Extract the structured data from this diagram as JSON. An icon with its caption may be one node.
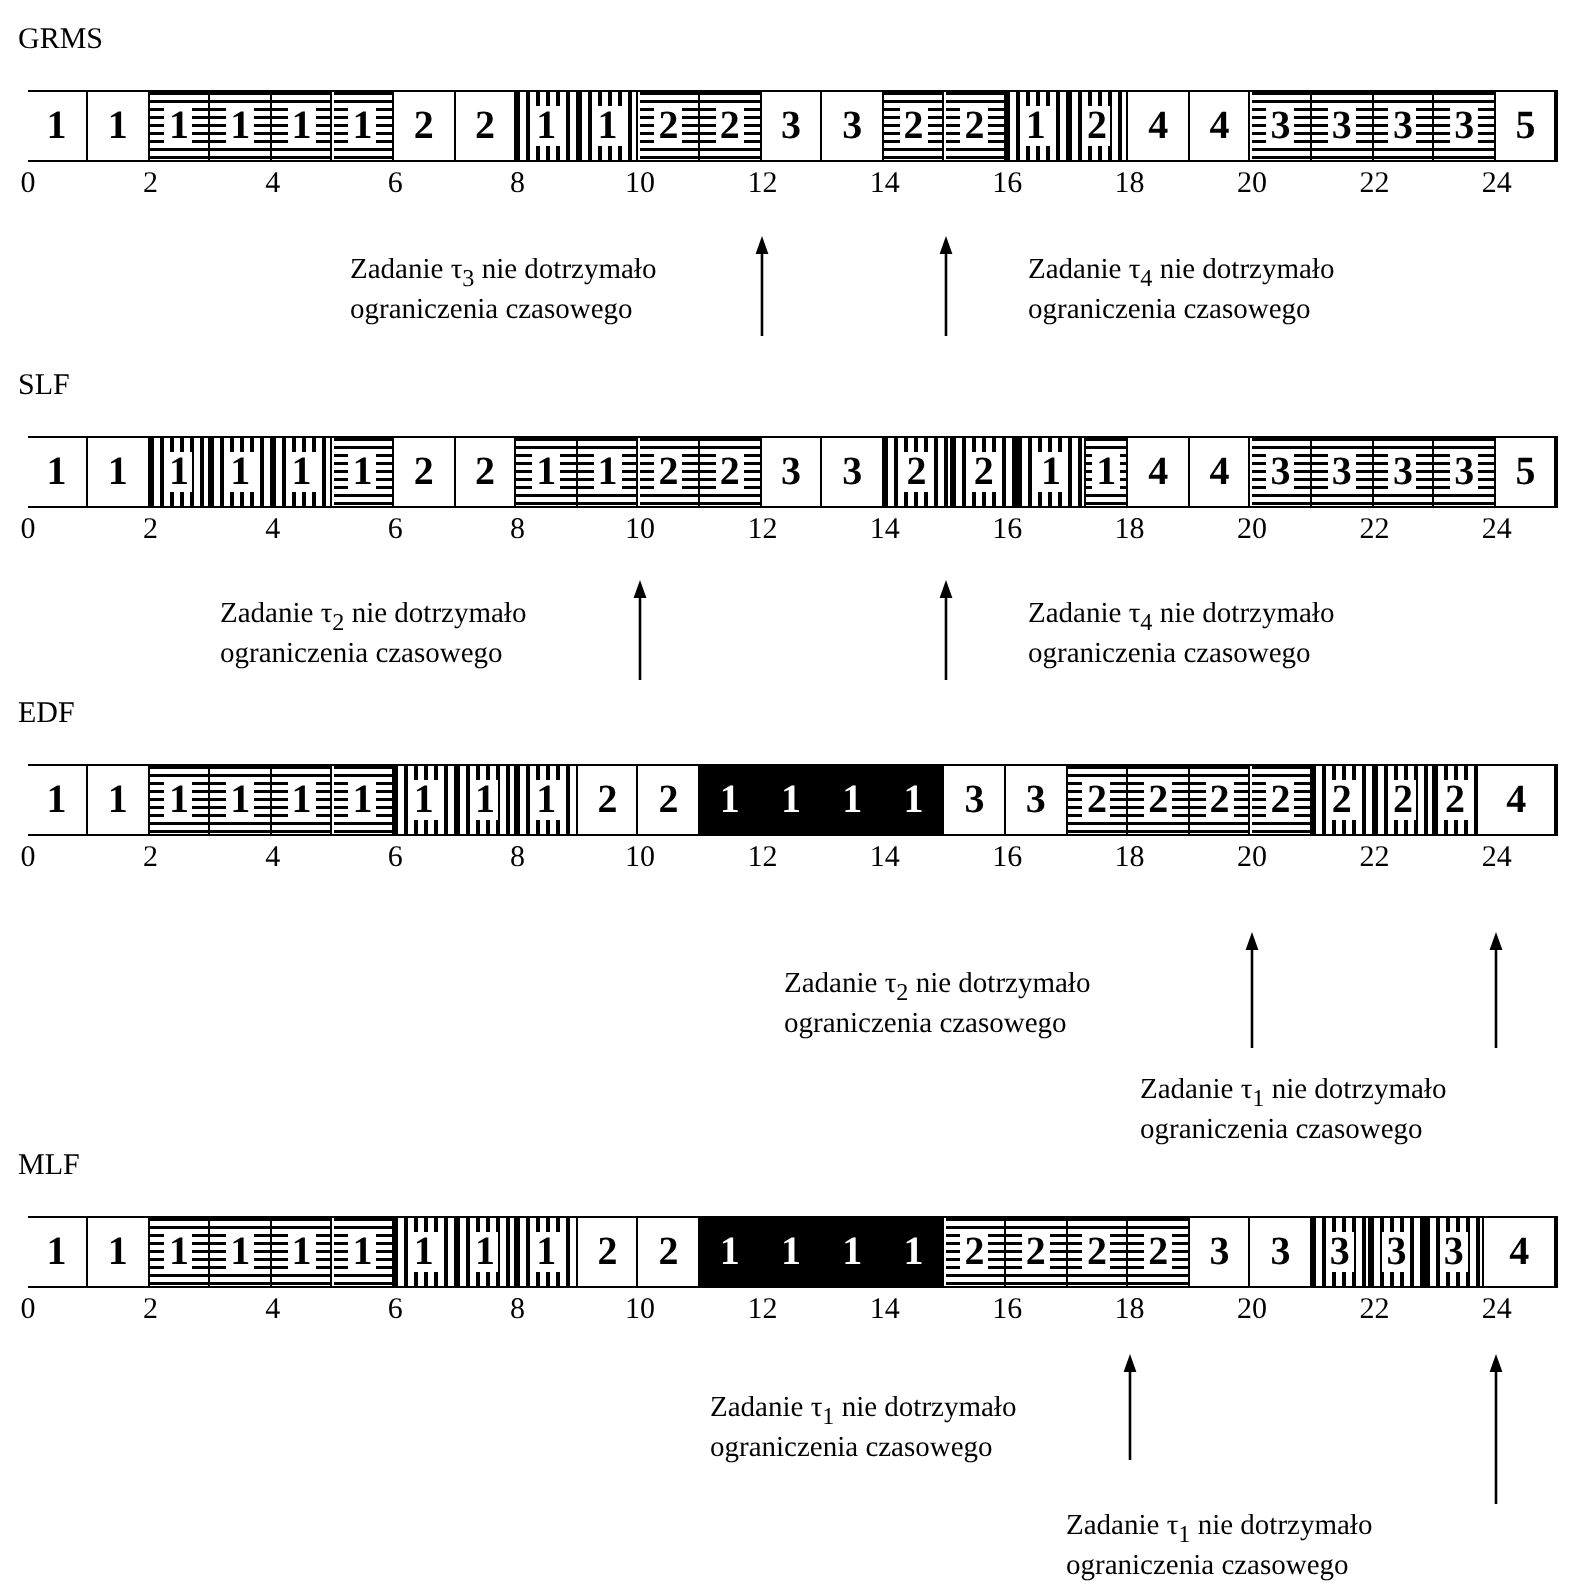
{
  "diagram": {
    "nodes": [
      {
        "text": [
          "GRMS"
        ]
      },
      {
        "text": [
          "1"
        ],
        "in": 0
      },
      {
        "text": [
          "1"
        ],
        "in": 0
      },
      {
        "text": [
          "1"
        ],
        "in": 0
      },
      {
        "text": [
          "1"
        ],
        "in": 0
      },
      {
        "text": [
          "1"
        ],
        "in": 0
      },
      {
        "text": [
          "1"
        ],
        "in": 0
      },
      {
        "text": [
          "2"
        ],
        "in": 0
      },
      {
        "text": [
          "2"
        ],
        "in": 0
      },
      {
        "text": [
          "1"
        ],
        "in": 0
      },
      {
        "text": [
          "1"
        ],
        "in": 0
      },
      {
        "text": [
          "2"
        ],
        "in": 0
      },
      {
        "text": [
          "2"
        ],
        "in": 0
      },
      {
        "text": [
          "3"
        ],
        "in": 0
      },
      {
        "text": [
          "3"
        ],
        "in": 0
      },
      {
        "text": [
          "2"
        ],
        "in": 0
      },
      {
        "text": [
          "2"
        ],
        "in": 0
      },
      {
        "text": [
          "1"
        ],
        "in": 0
      },
      {
        "text": [
          "2"
        ],
        "in": 0
      },
      {
        "text": [
          "4"
        ],
        "in": 0
      },
      {
        "text": [
          "4"
        ],
        "in": 0
      },
      {
        "text": [
          "3"
        ],
        "in": 0
      },
      {
        "text": [
          "3"
        ],
        "in": 0
      },
      {
        "text": [
          "3"
        ],
        "in": 0
      },
      {
        "text": [
          "3"
        ],
        "in": 0
      },
      {
        "text": [
          "5"
        ],
        "in": 0
      },
      {
        "text": [
          "SLF"
        ]
      },
      {
        "text": [
          "1"
        ],
        "in": 26
      },
      {
        "text": [
          "1"
        ],
        "in": 26
      },
      {
        "text": [
          "1"
        ],
        "in": 26
      },
      {
        "text": [
          "1"
        ],
        "in": 26
      },
      {
        "text": [
          "1"
        ],
        "in": 26
      },
      {
        "text": [
          "1"
        ],
        "in": 26
      },
      {
        "text": [
          "2"
        ],
        "in": 26
      },
      {
        "text": [
          "2"
        ],
        "in": 26
      },
      {
        "text": [
          "1"
        ],
        "in": 26
      },
      {
        "text": [
          "1"
        ],
        "in": 26
      },
      {
        "text": [
          "2"
        ],
        "in": 26
      },
      {
        "text": [
          "2"
        ],
        "in": 26
      },
      {
        "text": [
          "3"
        ],
        "in": 26
      },
      {
        "text": [
          "3"
        ],
        "in": 26
      },
      {
        "text": [
          "2"
        ],
        "in": 26
      },
      {
        "text": [
          "2"
        ],
        "in": 26
      },
      {
        "text": [
          "1"
        ],
        "in": 26
      },
      {
        "text": [
          "1"
        ],
        "in": 26
      },
      {
        "text": [
          "4"
        ],
        "in": 26
      },
      {
        "text": [
          "4"
        ],
        "in": 26
      },
      {
        "text": [
          "3"
        ],
        "in": 26
      },
      {
        "text": [
          "3"
        ],
        "in": 26
      },
      {
        "text": [
          "3"
        ],
        "in": 26
      },
      {
        "text": [
          "3"
        ],
        "in": 26
      },
      {
        "text": [
          "5"
        ],
        "in": 26
      },
      {
        "text": [
          "EDF"
        ]
      },
      {
        "text": [
          "1"
        ],
        "in": 52
      },
      {
        "text": [
          "1"
        ],
        "in": 52
      },
      {
        "text": [
          "1"
        ],
        "in": 52
      },
      {
        "text": [
          "1"
        ],
        "in": 52
      },
      {
        "text": [
          "1"
        ],
        "in": 52
      },
      {
        "text": [
          "1"
        ],
        "in": 52
      },
      {
        "text": [
          "1"
        ],
        "in": 52
      },
      {
        "text": [
          "1"
        ],
        "in": 52
      },
      {
        "text": [
          "1"
        ],
        "in": 52
      },
      {
        "text": [
          "2"
        ],
        "in": 52
      },
      {
        "text": [
          "2"
        ],
        "in": 52
      },
      {
        "text": [
          "1"
        ],
        "in": 52
      },
      {
        "text": [
          "1"
        ],
        "in": 52
      },
      {
        "text": [
          "1"
        ],
        "in": 52
      },
      {
        "text": [
          "1"
        ],
        "in": 52
      },
      {
        "text": [
          "3"
        ],
        "in": 52
      },
      {
        "text": [
          "3"
        ],
        "in": 52
      },
      {
        "text": [
          "2"
        ],
        "in": 52
      },
      {
        "text": [
          "2"
        ],
        "in": 52
      },
      {
        "text": [
          "2"
        ],
        "in": 52
      },
      {
        "text": [
          "2"
        ],
        "in": 52
      },
      {
        "text": [
          "2"
        ],
        "in": 52
      },
      {
        "text": [
          "2"
        ],
        "in": 52
      },
      {
        "text": [
          "2"
        ],
        "in": 52
      },
      {
        "text": [
          "4"
        ],
        "in": 52
      },
      {
        "text": [
          "MLF"
        ]
      },
      {
        "text": [
          "1"
        ],
        "in": 78
      },
      {
        "text": [
          "1"
        ],
        "in": 78
      },
      {
        "text": [
          "1"
        ],
        "in": 78
      },
      {
        "text": [
          "1"
        ],
        "in": 78
      },
      {
        "text": [
          "1"
        ],
        "in": 78
      },
      {
        "text": [
          "1"
        ],
        "in": 78
      },
      {
        "text": [
          "1"
        ],
        "in": 78
      },
      {
        "text": [
          "1"
        ],
        "in": 78
      },
      {
        "text": [
          "1"
        ],
        "in": 78
      },
      {
        "text": [
          "2"
        ],
        "in": 78
      },
      {
        "text": [
          "2"
        ],
        "in": 78
      },
      {
        "text": [
          "1"
        ],
        "in": 78
      },
      {
        "text": [
          "1"
        ],
        "in": 78
      },
      {
        "text": [
          "1"
        ],
        "in": 78
      },
      {
        "text": [
          "1"
        ],
        "in": 78
      },
      {
        "text": [
          "2"
        ],
        "in": 78
      },
      {
        "text": [
          "2"
        ],
        "in": 78
      },
      {
        "text": [
          "2"
        ],
        "in": 78
      },
      {
        "text": [
          "2"
        ],
        "in": 78
      },
      {
        "text": [
          "3"
        ],
        "in": 78
      },
      {
        "text": [
          "3"
        ],
        "in": 78
      },
      {
        "text": [
          "3"
        ],
        "in": 78
      },
      {
        "text": [
          "3"
        ],
        "in": 78
      },
      {
        "text": [
          "3"
        ],
        "in": 78
      },
      {
        "text": [
          "4"
        ],
        "in": 78
      }
    ],
    "labels": [
      "0",
      "2",
      "4",
      "6",
      "8",
      "10",
      "12",
      "14",
      "16",
      "18",
      "20",
      "22",
      "24",
      "Zadanie τ$_{3}$ nie dotrzymało ograniczenia czasowego",
      "Zadanie τ$_{4}$ nie dotrzymało ograniczenia czasowego",
      "0",
      "2",
      "4",
      "6",
      "8",
      "10",
      "12",
      "14",
      "16",
      "18",
      "20",
      "22",
      "24",
      "Zadanie τ$_{2}$ nie dotrzymało ograniczenia czasowego",
      "Zadanie τ$_{4}$ nie dotrzymało ograniczenia czasowego",
      "0",
      "2",
      "4",
      "6",
      "8",
      "10",
      "12",
      "14",
      "16",
      "18",
      "20",
      "22",
      "24",
      "Zadanie τ$_{2}$ nie dotrzymało ograniczenia czasowego",
      "Zadanie τ$_{1}$ nie dotrzymało ograniczenia czasowego",
      "0",
      "2",
      "4",
      "6",
      "8",
      "10",
      "12",
      "14",
      "16",
      "18",
      "20",
      "22",
      "24",
      "Zadanie τ$_{1}$ nie dotrzymało ograniczenia czasowego",
      "Zadanie τ$_{1}$ nie dotrzymało ograniczenia czasowego"
    ]
  }
}
